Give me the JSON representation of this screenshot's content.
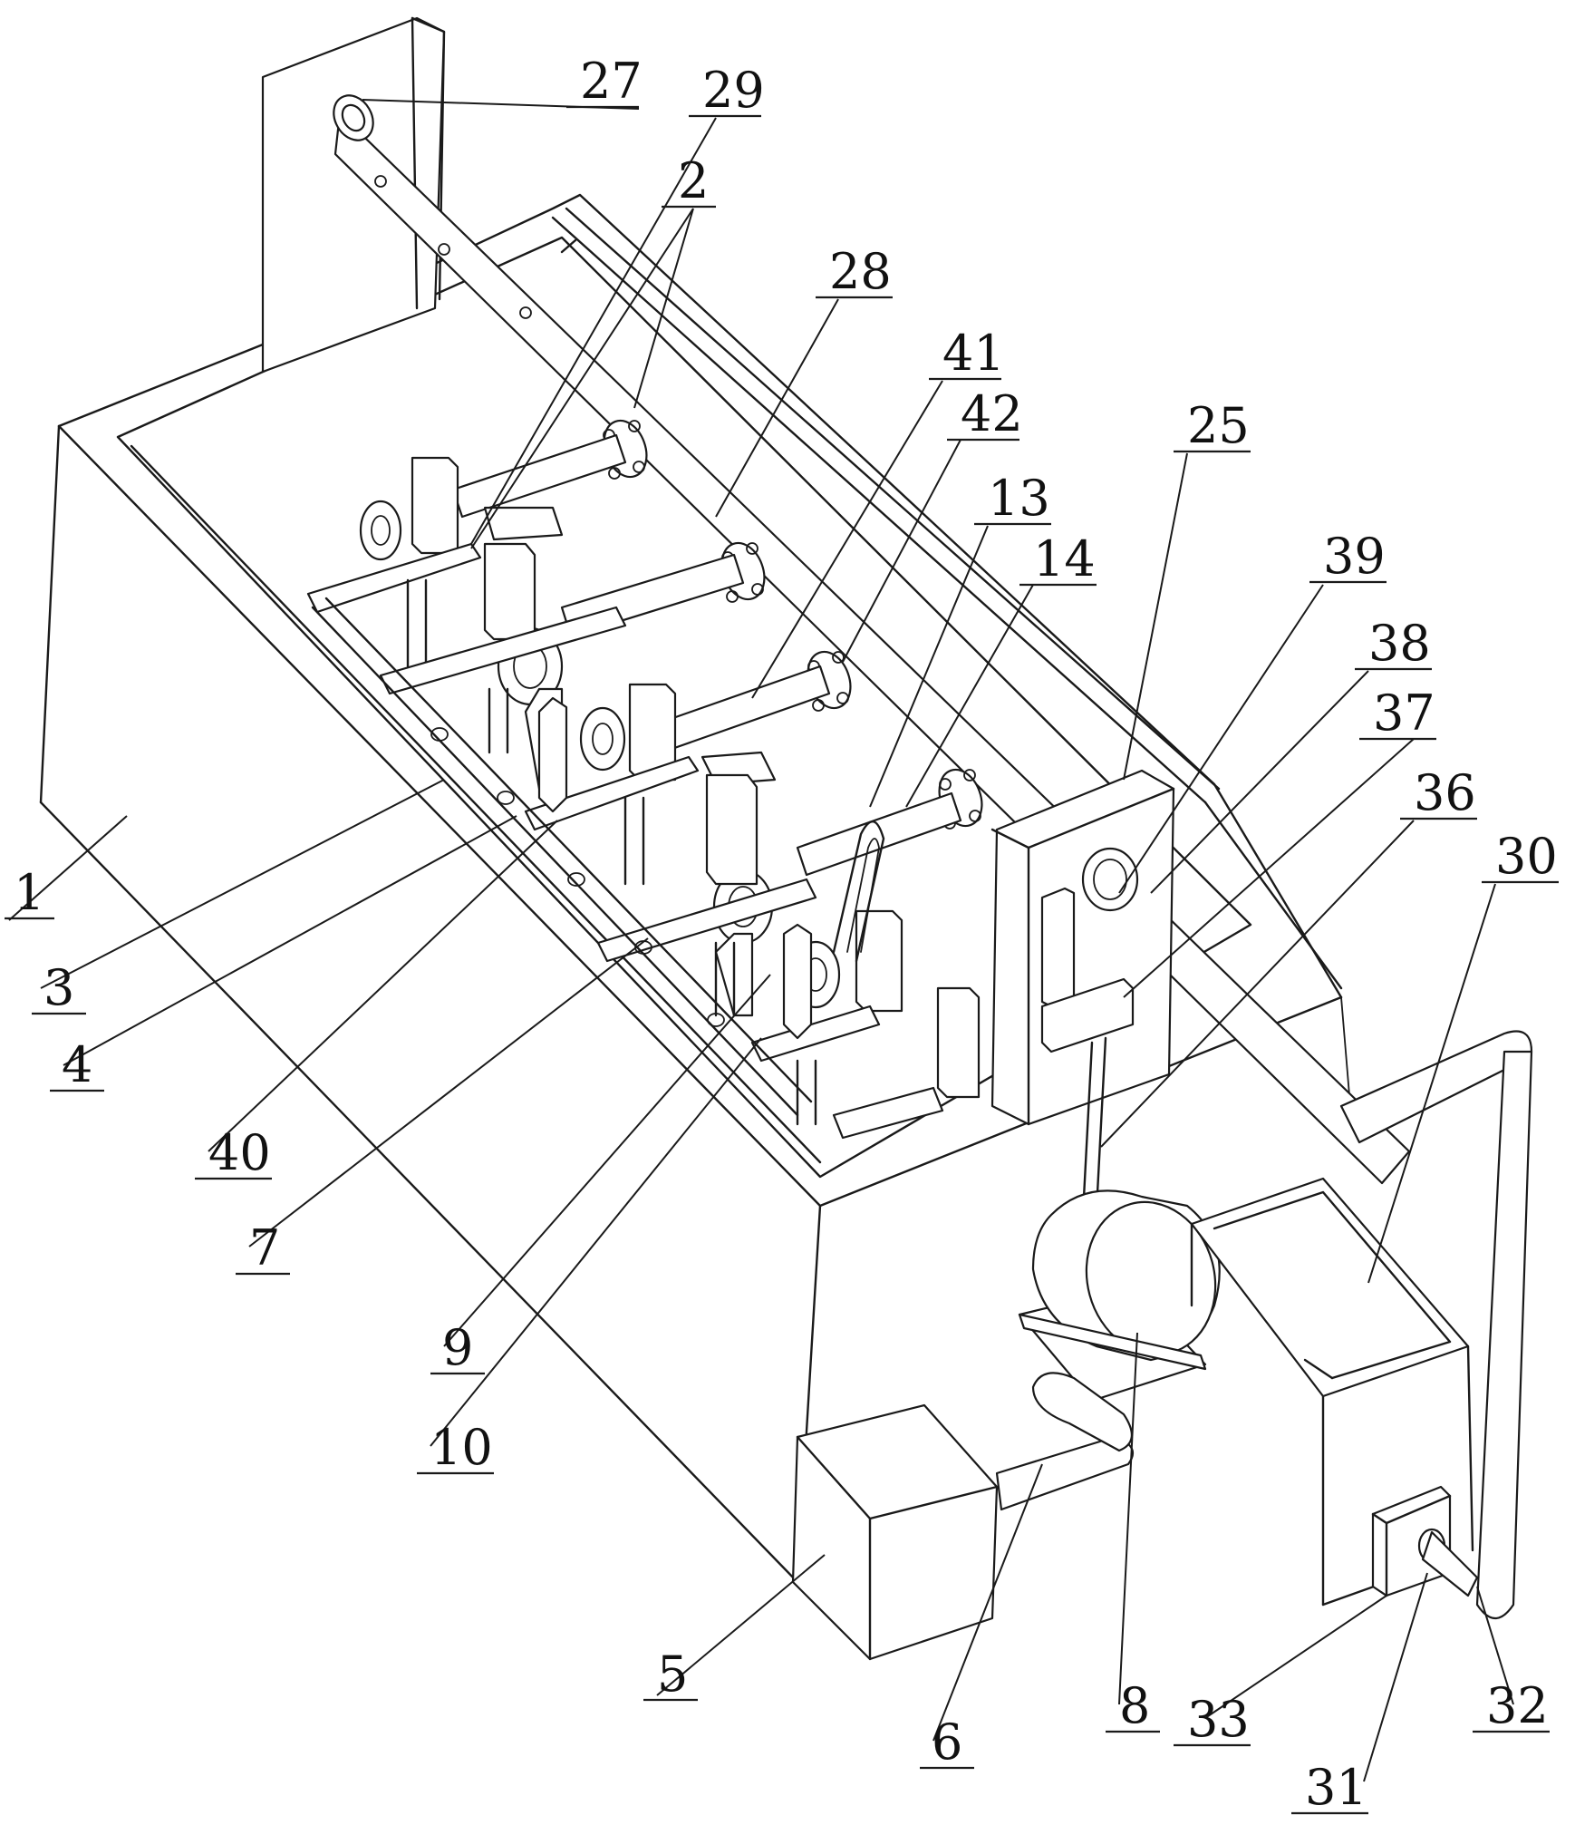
{
  "labels": [
    {
      "id": "27",
      "text": "27"
    },
    {
      "id": "29",
      "text": "29"
    },
    {
      "id": "2",
      "text": "2"
    },
    {
      "id": "28",
      "text": "28"
    },
    {
      "id": "41",
      "text": "41"
    },
    {
      "id": "42",
      "text": "42"
    },
    {
      "id": "13",
      "text": "13"
    },
    {
      "id": "14",
      "text": "14"
    },
    {
      "id": "25",
      "text": "25"
    },
    {
      "id": "39",
      "text": "39"
    },
    {
      "id": "38",
      "text": "38"
    },
    {
      "id": "37",
      "text": "37"
    },
    {
      "id": "36",
      "text": "36"
    },
    {
      "id": "30",
      "text": "30"
    },
    {
      "id": "1",
      "text": "1"
    },
    {
      "id": "3",
      "text": "3"
    },
    {
      "id": "4",
      "text": "4"
    },
    {
      "id": "40",
      "text": "40"
    },
    {
      "id": "7",
      "text": "7"
    },
    {
      "id": "9",
      "text": "9"
    },
    {
      "id": "10",
      "text": "10"
    },
    {
      "id": "5",
      "text": "5"
    },
    {
      "id": "6",
      "text": "6"
    },
    {
      "id": "8",
      "text": "8"
    },
    {
      "id": "33",
      "text": "33"
    },
    {
      "id": "31",
      "text": "31"
    },
    {
      "id": "32",
      "text": "32"
    }
  ]
}
